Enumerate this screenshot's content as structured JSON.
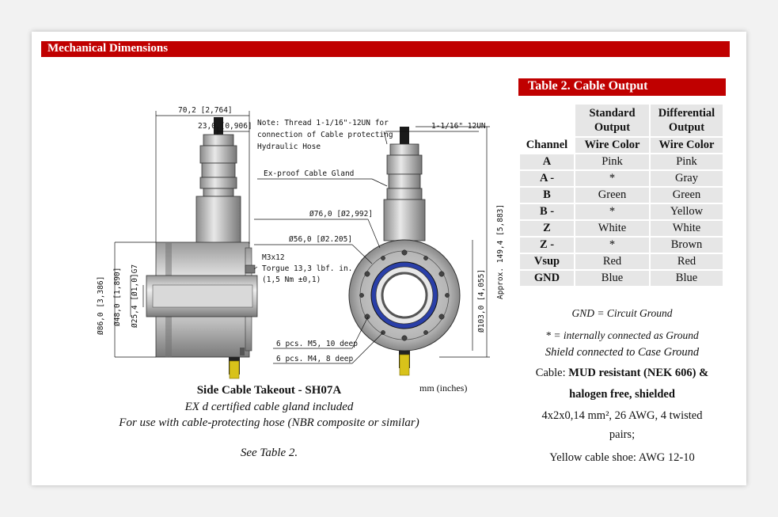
{
  "header": {
    "title": "Mechanical Dimensions"
  },
  "drawing": {
    "dim_top_width": "70,2 [2,764]",
    "dim_offset": "23,0 [0,906]",
    "note_thread_l1": "Note: Thread 1-1/16\"-12UN for",
    "note_thread_l2": "connection of Cable protecting",
    "note_thread_l3": "Hydraulic Hose",
    "dim_thread": "1-1/16\" 12UN",
    "label_gland": "Ex-proof Cable Gland",
    "dim_d76": "Ø76,0 [Ø2,992]",
    "dim_d56": "Ø56,0 [Ø2.205]",
    "screw_l1": "M3x12",
    "screw_l2": "Torgue 13,3 lbf. in.",
    "screw_l3": "(1,5 Nm ±0,1)",
    "holes_m5": "6 pcs. M5, 10 deep",
    "holes_m4": "6 pcs. M4, 8 deep",
    "dim_d86": "Ø86,0 [3,386]",
    "dim_d48": "Ø48,0 [1,890]",
    "dim_d25": "Ø25,4 [Ø1,0]G7",
    "dim_d103": "Ø103,0 [4,055]",
    "dim_height": "Approx. 149,4 [5,883]"
  },
  "caption": {
    "title": "Side Cable Takeout  -  SH07A",
    "line1": "EX d certified cable gland included",
    "line2": "For use with cable-protecting hose (NBR composite or similar)",
    "line3": "See Table 2.",
    "units": "mm (inches)"
  },
  "table2": {
    "title": "Table 2. Cable Output",
    "headers": [
      "",
      "Standard Output",
      "Differential Output"
    ],
    "subheaders": [
      "Channel",
      "Wire Color",
      "Wire Color"
    ],
    "rows": [
      [
        "A",
        "Pink",
        "Pink"
      ],
      [
        "A -",
        "*",
        "Gray"
      ],
      [
        "B",
        "Green",
        "Green"
      ],
      [
        "B -",
        "*",
        "Yellow"
      ],
      [
        "Z",
        "White",
        "White"
      ],
      [
        "Z -",
        "*",
        "Brown"
      ],
      [
        "Vsup",
        "Red",
        "Red"
      ],
      [
        "GND",
        "Blue",
        "Blue"
      ]
    ]
  },
  "notes": {
    "gnd": "GND = Circuit Ground",
    "star": "* = internally connected as Ground",
    "shield": "Shield connected to Case Ground",
    "cable_prefix": "Cable:",
    "cable_bold1": "MUD resistant (NEK 606) &",
    "cable_bold2": "halogen free, shielded",
    "spec1": "4x2x0,14 mm², 26 AWG, 4 twisted",
    "spec2": "pairs;",
    "shoe": "Yellow cable shoe:  AWG 12-10"
  },
  "colors": {
    "accent": "#c00000",
    "table_cell": "#e6e6e6",
    "bearing_blue": "#2a3fa8",
    "cable_shoe": "#d8c21a"
  }
}
